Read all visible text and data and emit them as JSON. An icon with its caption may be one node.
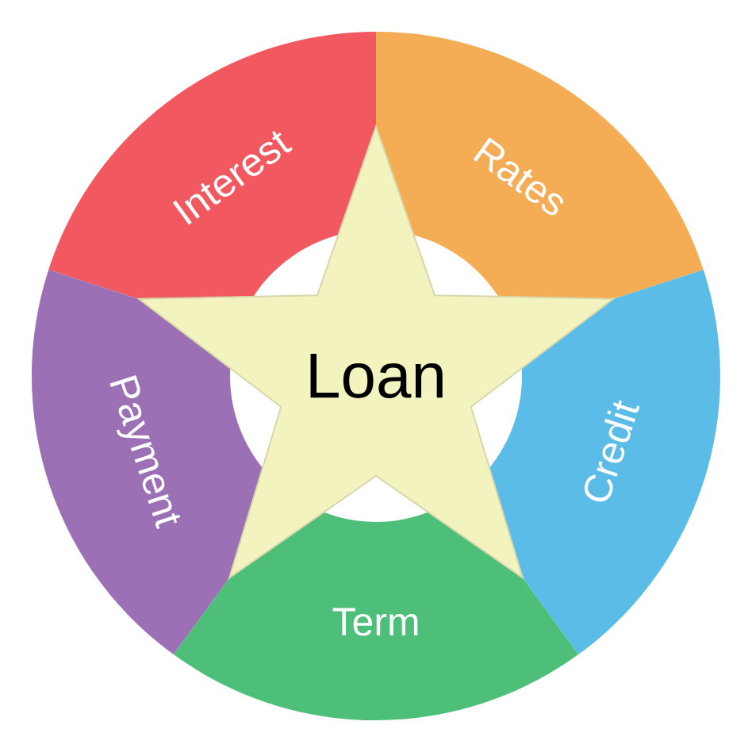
{
  "diagram": {
    "nodes": [
      {
        "text": [
          "Loan"
        ]
      },
      {
        "text": [
          "Interest"
        ]
      },
      {
        "text": [
          "Rates"
        ]
      },
      {
        "text": [
          "Credit"
        ]
      },
      {
        "text": [
          "Term"
        ]
      },
      {
        "text": [
          "Payment"
        ]
      }
    ]
  }
}
